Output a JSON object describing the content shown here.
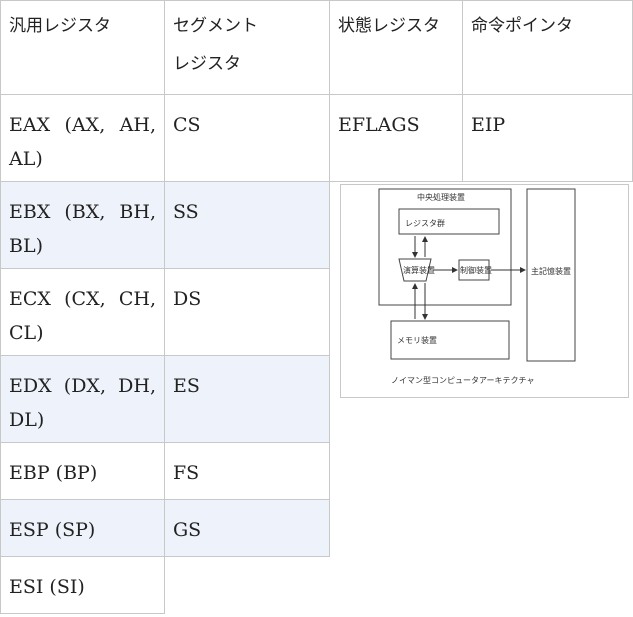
{
  "headers": {
    "general": "汎用レジスタ",
    "segment": "セグメント\nレジスタ",
    "status": "状態レジスタ",
    "pointer": "命令ポインタ"
  },
  "general_registers": [
    "EAX (AX, AH, AL)",
    "EBX (BX, BH, BL)",
    "ECX (CX, CH, CL)",
    "EDX (DX, DH, DL)",
    "EBP (BP)",
    "ESP (SP)",
    "ESI (SI)"
  ],
  "segment_registers": [
    "CS",
    "SS",
    "DS",
    "ES",
    "FS",
    "GS"
  ],
  "status_register": "EFLAGS",
  "instruction_pointer": "EIP",
  "figure": {
    "cpu_label": "中央処理装置",
    "register_label": "レジスタ群",
    "alu_label": "演算装置",
    "control_label": "制御装置",
    "memory_label": "主記憶装置",
    "cache_label": "メモリ装置",
    "caption": "ノイマン型コンピュータアーキテクチャ"
  }
}
